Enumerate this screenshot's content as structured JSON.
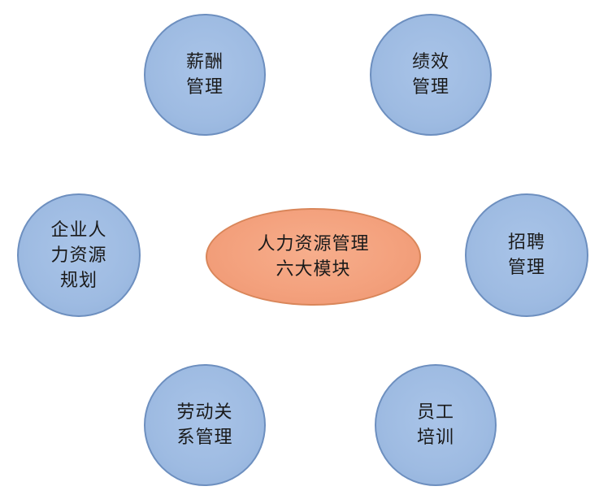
{
  "diagram": {
    "center": {
      "lines": [
        "人力资源管理",
        "六大模块"
      ],
      "fill": "#f3a07c"
    },
    "modules": [
      {
        "id": "salary",
        "lines": [
          "薪酬",
          "管理"
        ]
      },
      {
        "id": "performance",
        "lines": [
          "绩效",
          "管理"
        ]
      },
      {
        "id": "planning",
        "lines": [
          "企业人",
          "力资源",
          "规划"
        ]
      },
      {
        "id": "recruitment",
        "lines": [
          "招聘",
          "管理"
        ]
      },
      {
        "id": "labor",
        "lines": [
          "劳动关",
          "系管理"
        ]
      },
      {
        "id": "training",
        "lines": [
          "员工",
          "培训"
        ]
      }
    ],
    "module_fill": "#9ebbe2",
    "module_border": "#6d8fbf"
  }
}
